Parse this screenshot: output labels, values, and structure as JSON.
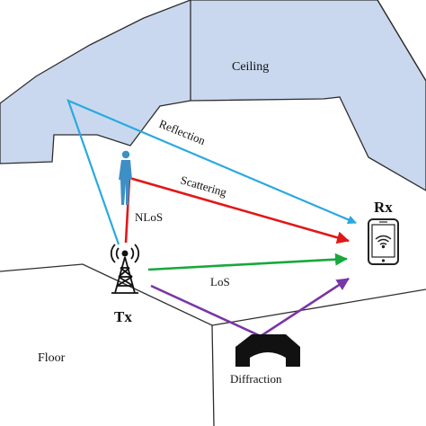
{
  "labels": {
    "ceiling": "Ceiling",
    "floor": "Floor",
    "rx": "Rx",
    "tx": "Tx",
    "reflection": "Reflection",
    "scattering": "Scattering",
    "nlos": "NLoS",
    "los": "LoS",
    "diffraction": "Diffraction"
  },
  "colors": {
    "ceiling_fill": "#c9d8ee",
    "reflection": "#2aa9de",
    "scattering": "#e01818",
    "los": "#18a83c",
    "diffraction": "#7a35a6",
    "outline": "#2e2e2e",
    "human": "#3e8fc6"
  },
  "icons": {
    "transmitter": "tower-icon",
    "receiver": "smartphone-icon",
    "scatterer": "human-figure-icon",
    "obstacle": "obstacle-block-icon"
  }
}
